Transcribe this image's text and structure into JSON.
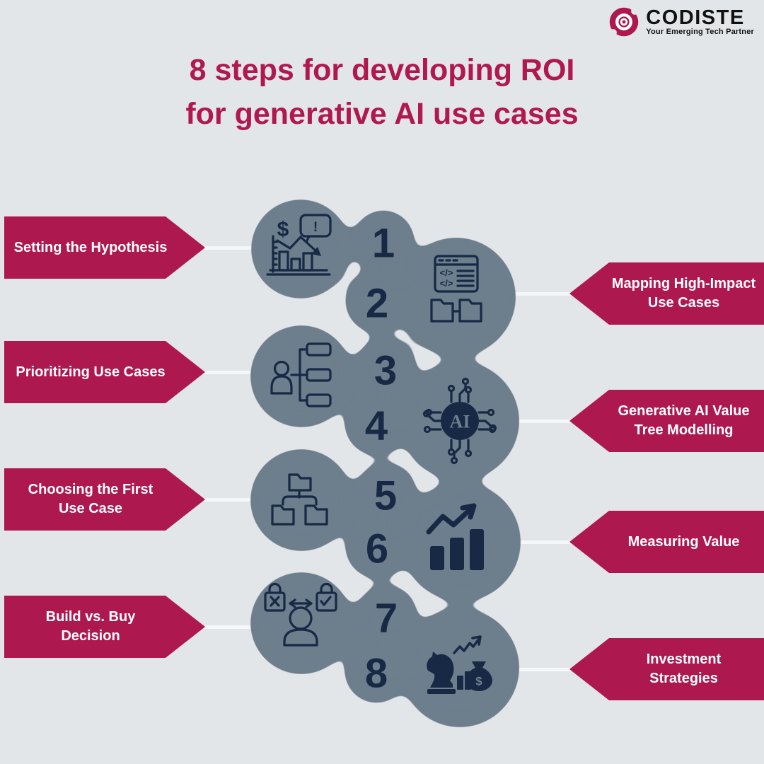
{
  "title": {
    "line1": "8 steps for developing ROI",
    "line2": "for generative AI use cases"
  },
  "logo": {
    "name": "CODISTE",
    "tagline": "Your Emerging Tech Partner"
  },
  "steps": [
    {
      "number": "1",
      "label": "Setting the Hypothesis",
      "label_line1": "Setting the Hypothesis",
      "label_line2": "",
      "side": "left",
      "icon": "hypothesis-chart-icon"
    },
    {
      "number": "2",
      "label": "Mapping High-Impact Use Cases",
      "label_line1": "Mapping High-Impact",
      "label_line2": "Use Cases",
      "side": "right",
      "icon": "code-window-folders-icon"
    },
    {
      "number": "3",
      "label": "Prioritizing Use Cases",
      "label_line1": "Prioritizing Use Cases",
      "label_line2": "",
      "side": "left",
      "icon": "prioritization-hierarchy-icon"
    },
    {
      "number": "4",
      "label": "Generative AI Value Tree Modelling",
      "label_line1": "Generative AI Value",
      "label_line2": "Tree Modelling",
      "side": "right",
      "icon": "generative-ai-chip-icon"
    },
    {
      "number": "5",
      "label": "Choosing the First Use Case",
      "label_line1": "Choosing the First",
      "label_line2": "Use Case",
      "side": "left",
      "icon": "folder-tree-icon"
    },
    {
      "number": "6",
      "label": "Measuring Value",
      "label_line1": "Measuring Value",
      "label_line2": "",
      "side": "right",
      "icon": "measuring-value-chart-icon"
    },
    {
      "number": "7",
      "label": "Build vs. Buy Decision",
      "label_line1": "Build vs. Buy",
      "label_line2": "Decision",
      "side": "left",
      "icon": "build-vs-buy-icon"
    },
    {
      "number": "8",
      "label": "Investment Strategies",
      "label_line1": "Investment",
      "label_line2": "Strategies",
      "side": "right",
      "icon": "investment-strategy-icon"
    }
  ],
  "icon_texts": {
    "dollar": "$",
    "alert": "!",
    "code": "</>",
    "ai": "AI"
  },
  "colors": {
    "background": "#E3E6E9",
    "accent": "#AD194F",
    "title": "#B01950",
    "blob": "#6D7E8C",
    "icon_navy": "#172945",
    "banner_text": "#FFFFFF",
    "connector": "#F4F6F8",
    "logo_text": "#111111"
  }
}
